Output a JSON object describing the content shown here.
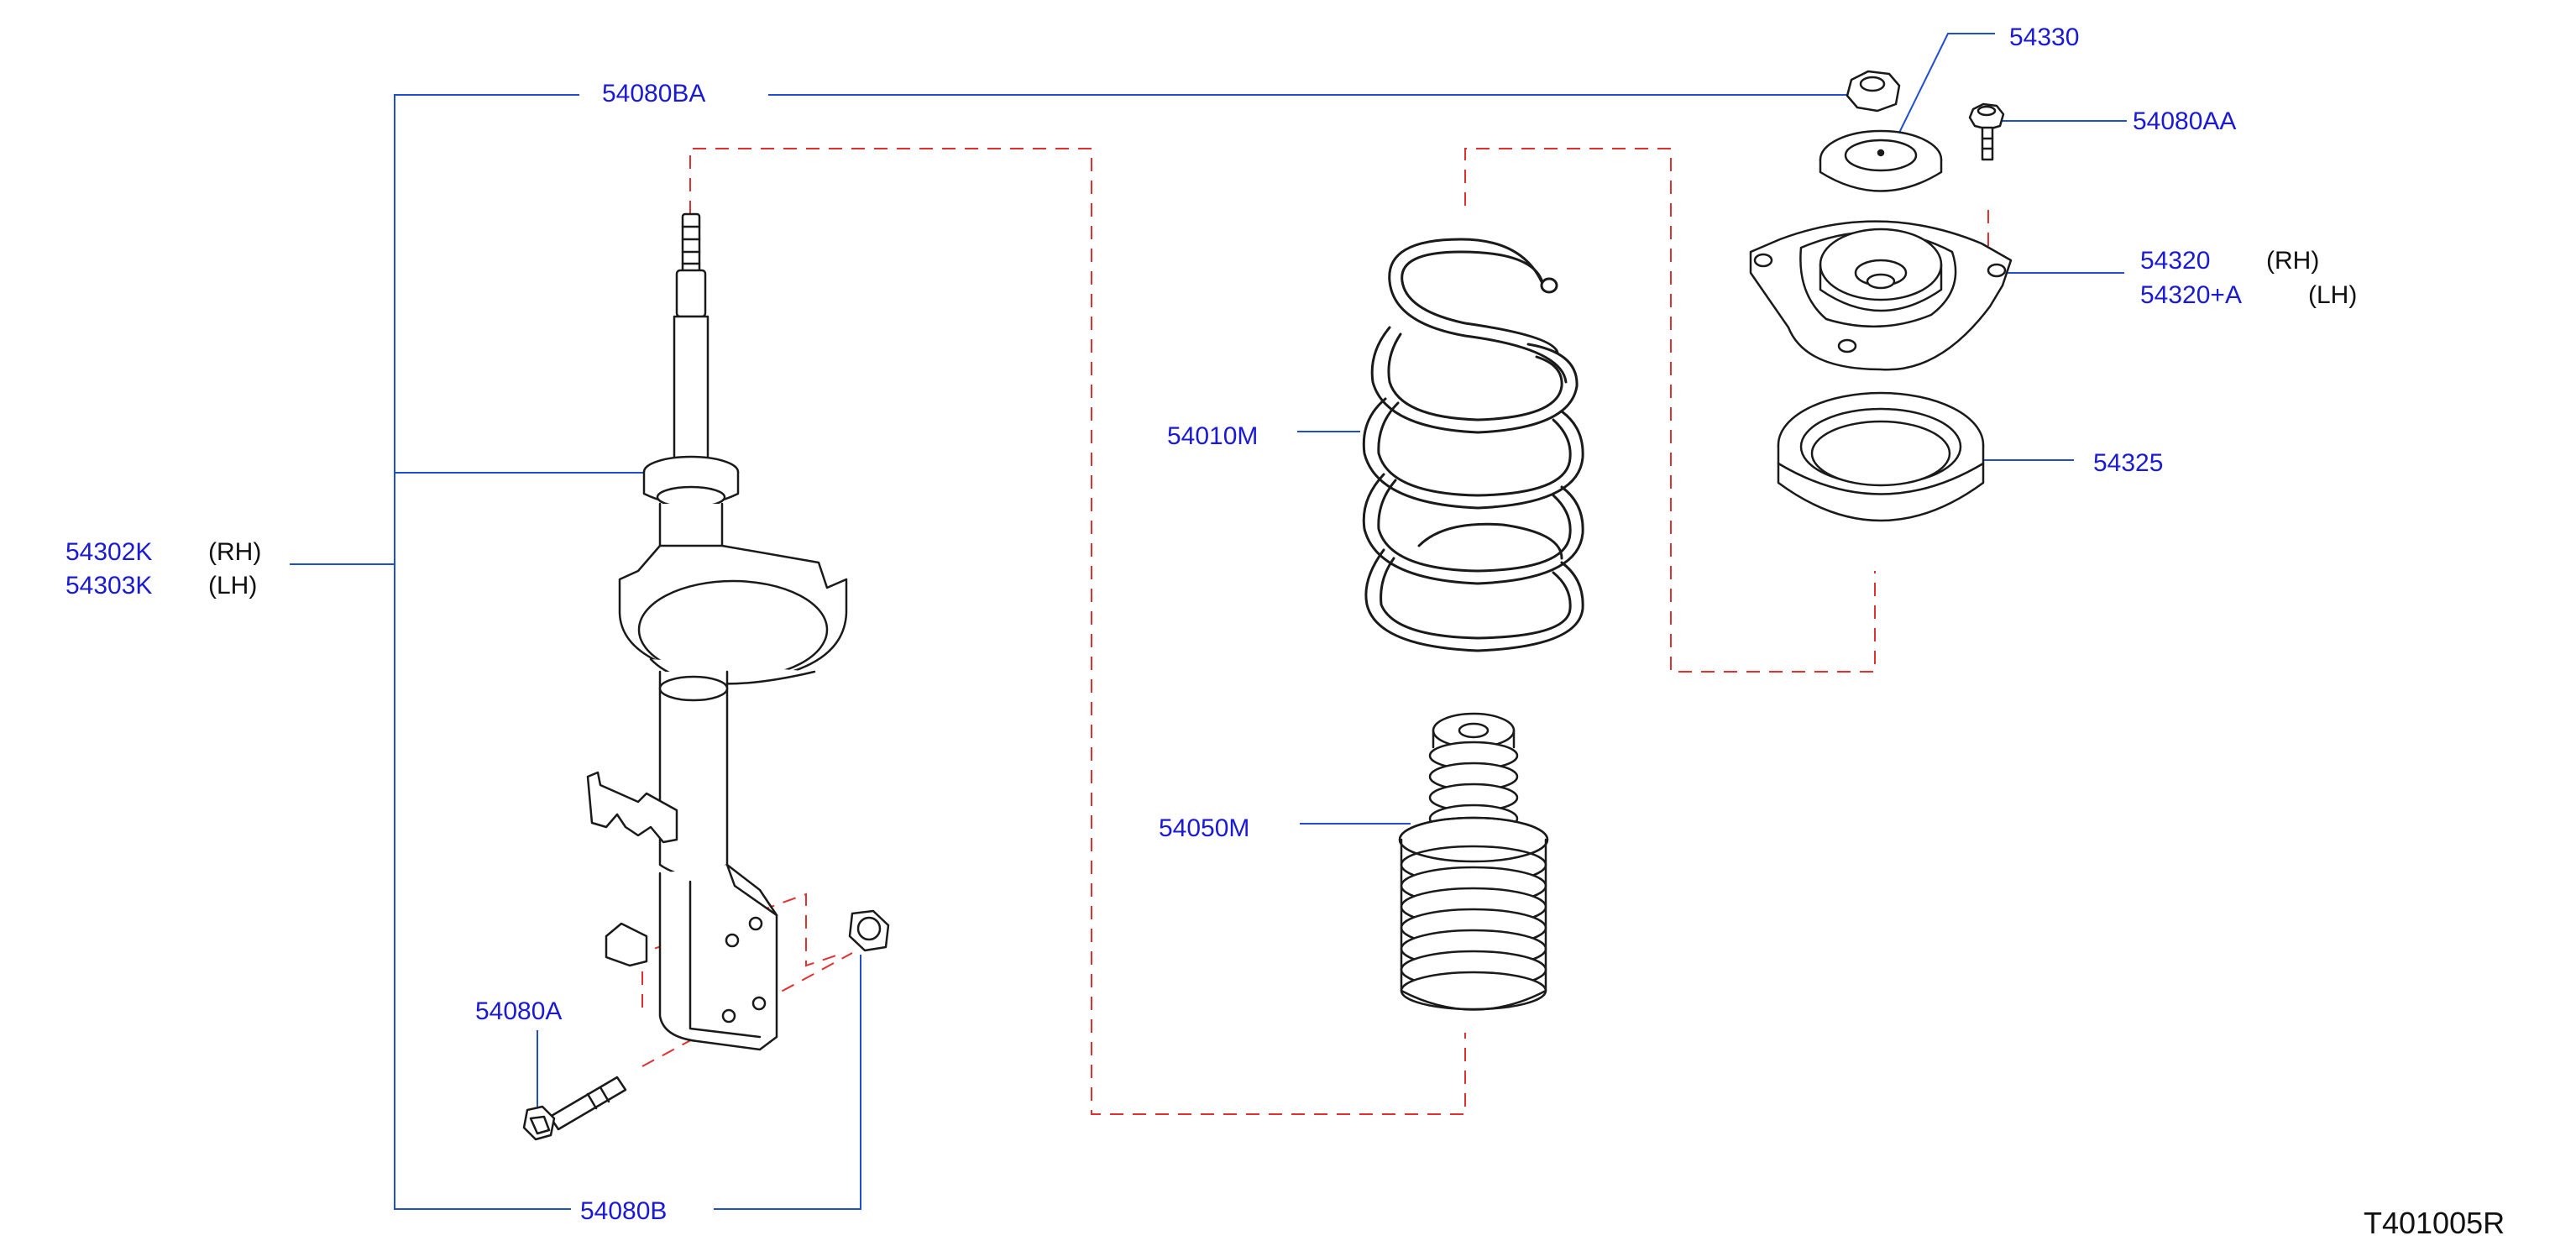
{
  "colors": {
    "callout_text": "#1a1ad6",
    "leader_line": "#1f4fd0",
    "dashed_line": "#e03030",
    "part_outline": "#1a1a1a",
    "side_text": "#111111"
  },
  "labels": {
    "p54080BA": "54080BA",
    "p54330": "54330",
    "p54080AA": "54080AA",
    "p54320": "54320",
    "p54320_side": "(RH)",
    "p54320A": "54320+A",
    "p54320A_side": "(LH)",
    "p54010M": "54010M",
    "p54325": "54325",
    "p54302K": "54302K",
    "p54302K_side": "(RH)",
    "p54303K": "54303K",
    "p54303K_side": "(LH)",
    "p54050M": "54050M",
    "p54080A": "54080A",
    "p54080B": "54080B"
  },
  "diagram_ref": "T401005R"
}
